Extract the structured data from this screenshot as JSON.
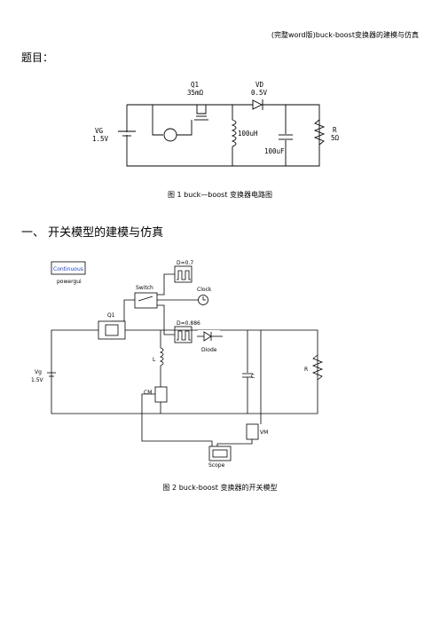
{
  "header": "(完整word版)buck-boost变换器的建模与仿真",
  "title": "题目：",
  "fig1": {
    "q1_label": "Q1",
    "q1_res": "35mΩ",
    "vd_label": "VD",
    "vd_val": "0.5V",
    "vg_label": "VG",
    "vg_val": "1.5V",
    "inductor": "100uH",
    "capacitor": "100uF",
    "r_label": "R",
    "r_val": "5Ω",
    "caption": "图 1  buck—boost 变换器电路图"
  },
  "section1": "一、  开关模型的建模与仿真",
  "fig2": {
    "continuous": "Continuous",
    "powergui": "powergui",
    "pulse1": "D=0.7",
    "pulse2": "D=0.886",
    "switch": "Switch",
    "clock": "Clock",
    "q1": "Q1",
    "diode": "Diode",
    "vg": "Vg",
    "vg_val": "1.5V",
    "l": "L",
    "c": "C",
    "r": "R",
    "cm": "CM",
    "vm": "VM",
    "scope": "Scope",
    "caption": "图 2  buck-boost 变换器的开关模型"
  }
}
